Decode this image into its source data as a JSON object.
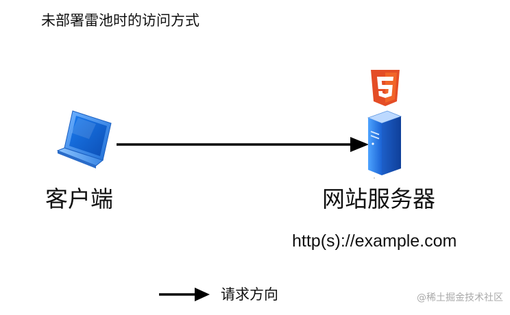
{
  "title": "未部署雷池时的访问方式",
  "nodes": {
    "client": {
      "label": "客户端",
      "icon": "laptop-icon"
    },
    "server": {
      "label": "网站服务器",
      "icon": "server-icon",
      "badge_icon": "html5-icon",
      "url": "http(s)://example.com"
    }
  },
  "edges": [
    {
      "from": "client",
      "to": "server",
      "kind": "request"
    }
  ],
  "legend": {
    "label": "请求方向",
    "icon": "arrow-right-icon"
  },
  "watermark": "@稀土掘金技术社区",
  "colors": {
    "html5_orange": "#e44d26",
    "html5_light": "#f16529",
    "device_blue": "#2f7fe0",
    "screen_blue": "#1565d8",
    "arrow": "#000000"
  }
}
